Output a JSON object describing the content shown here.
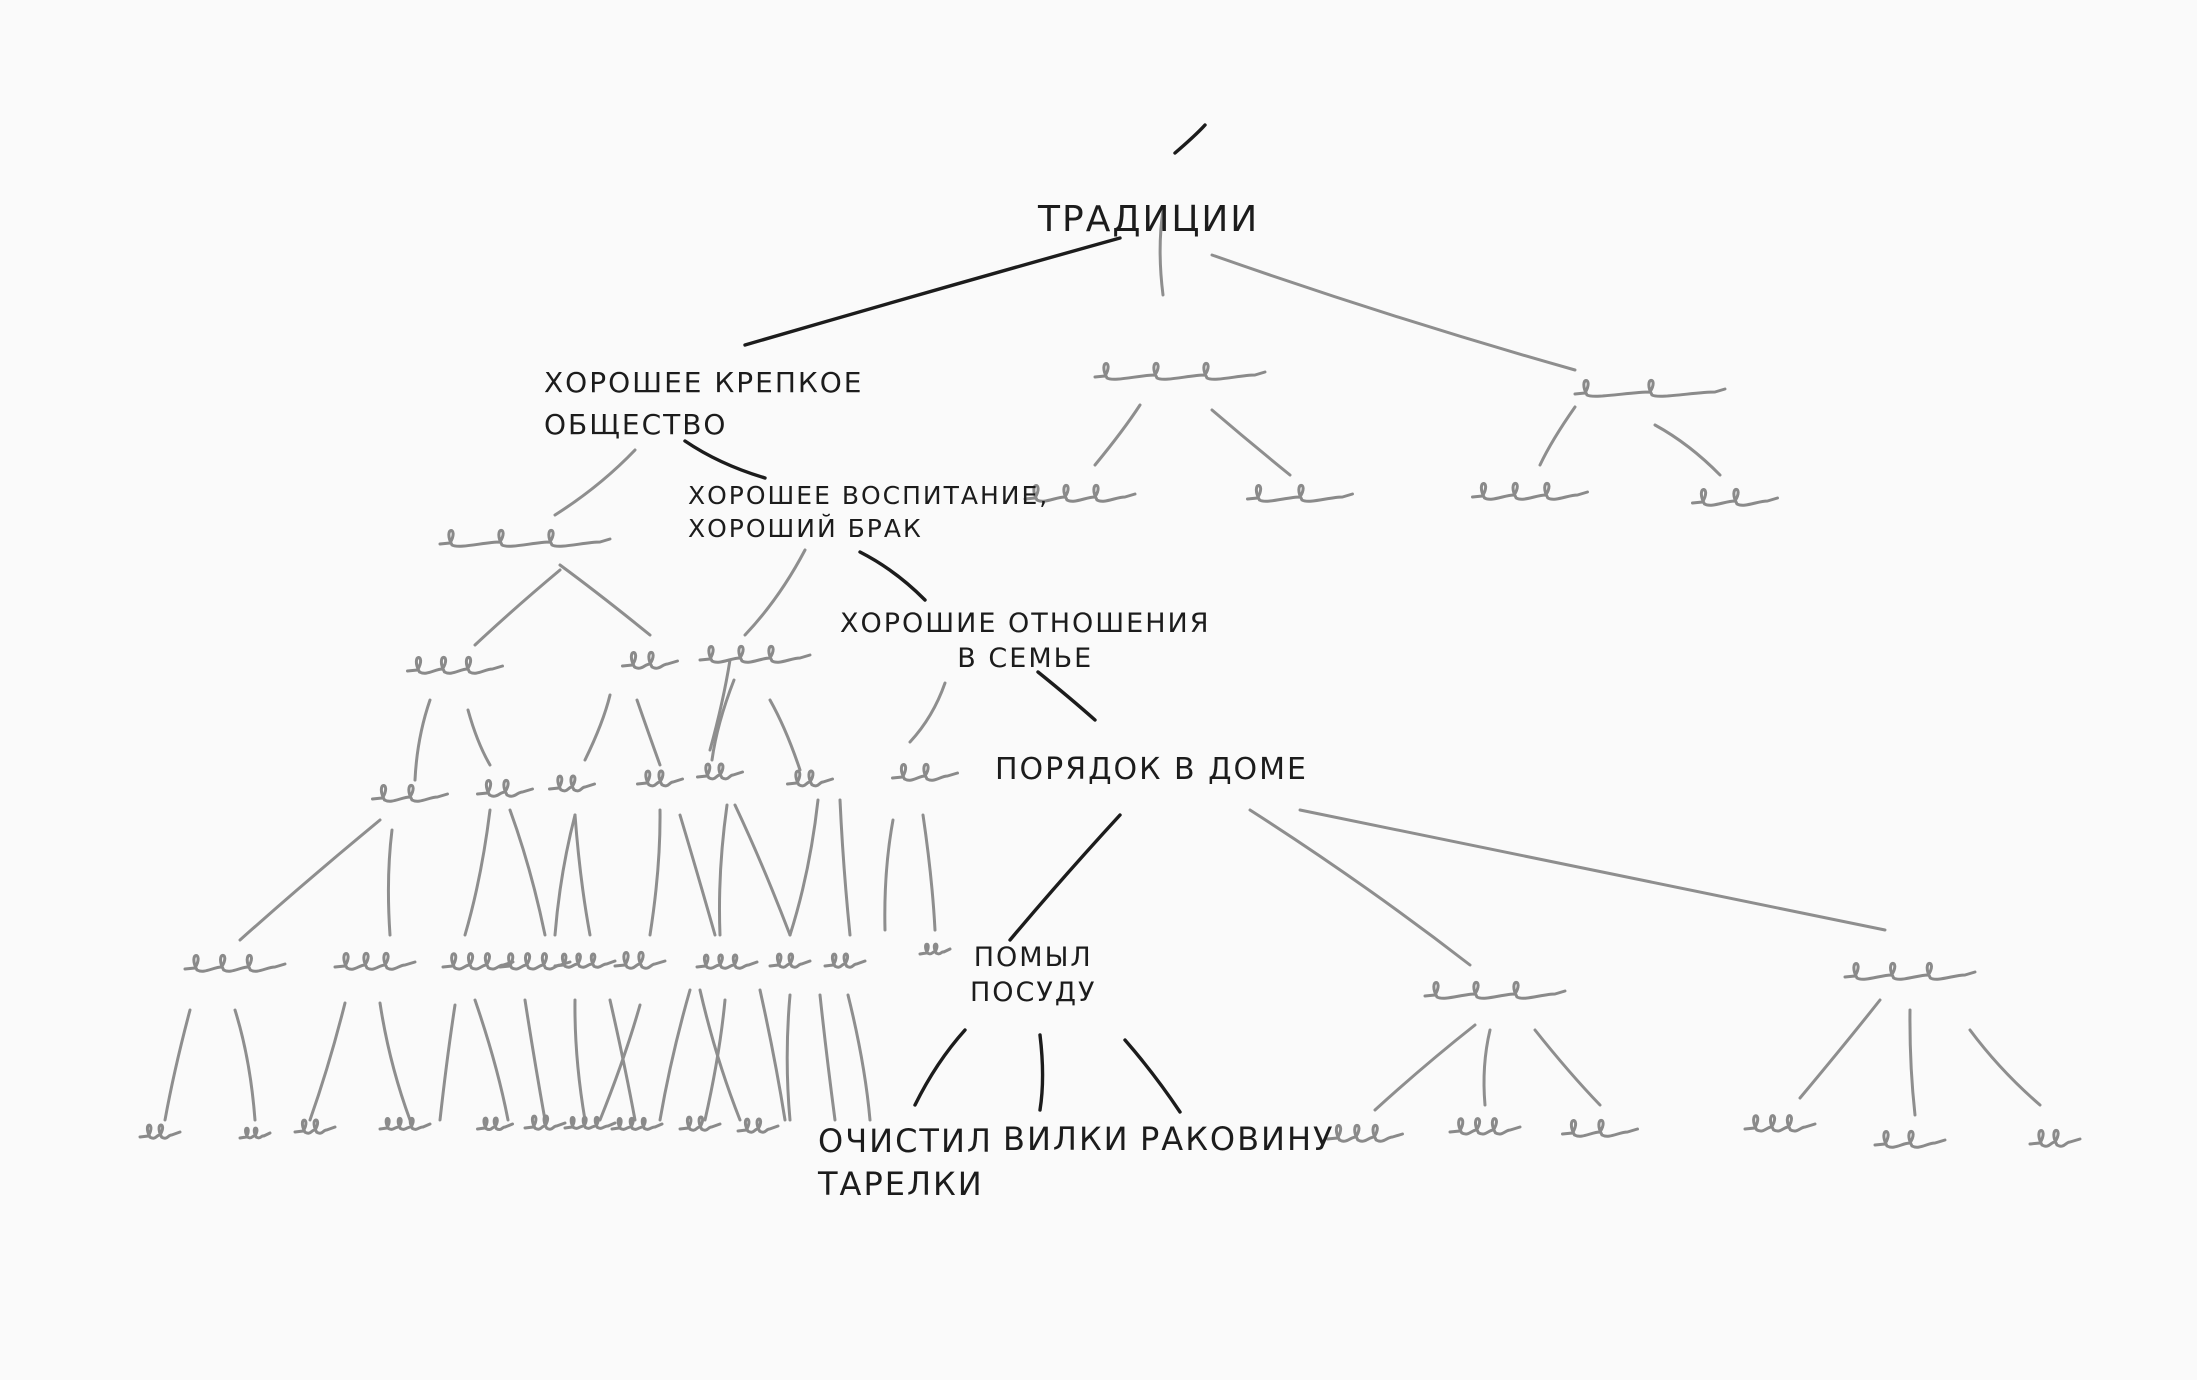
{
  "diagram": {
    "root": "ТРАДИЦИИ",
    "chain": [
      {
        "id": "society",
        "lines": [
          "ХОРОШЕЕ КРЕПКОЕ",
          "ОБЩЕСТВО"
        ]
      },
      {
        "id": "upbringing",
        "lines": [
          "ХОРОШЕЕ ВОСПИТАНИЕ,",
          "ХОРОШИЙ БРАК"
        ]
      },
      {
        "id": "family",
        "lines": [
          "ХОРОШИЕ ОТНОШЕНИЯ",
          "В СЕМЬЕ"
        ]
      },
      {
        "id": "order",
        "lines": [
          "ПОРЯДОК В ДОМЕ"
        ]
      },
      {
        "id": "dishes",
        "lines": [
          "ПОМЫЛ",
          "ПОСУДУ"
        ]
      }
    ],
    "leaves": [
      {
        "id": "plates",
        "lines": [
          "ОЧИСТИЛ",
          "ТАРЕЛКИ"
        ]
      },
      {
        "id": "forks",
        "lines": [
          "ВИЛКИ"
        ]
      },
      {
        "id": "sink",
        "lines": [
          "РАКОВИНУ"
        ]
      }
    ],
    "colors": {
      "ink": "#1c1c1c",
      "pencil": "#8e8e8e",
      "paper": "#fafafa"
    }
  }
}
